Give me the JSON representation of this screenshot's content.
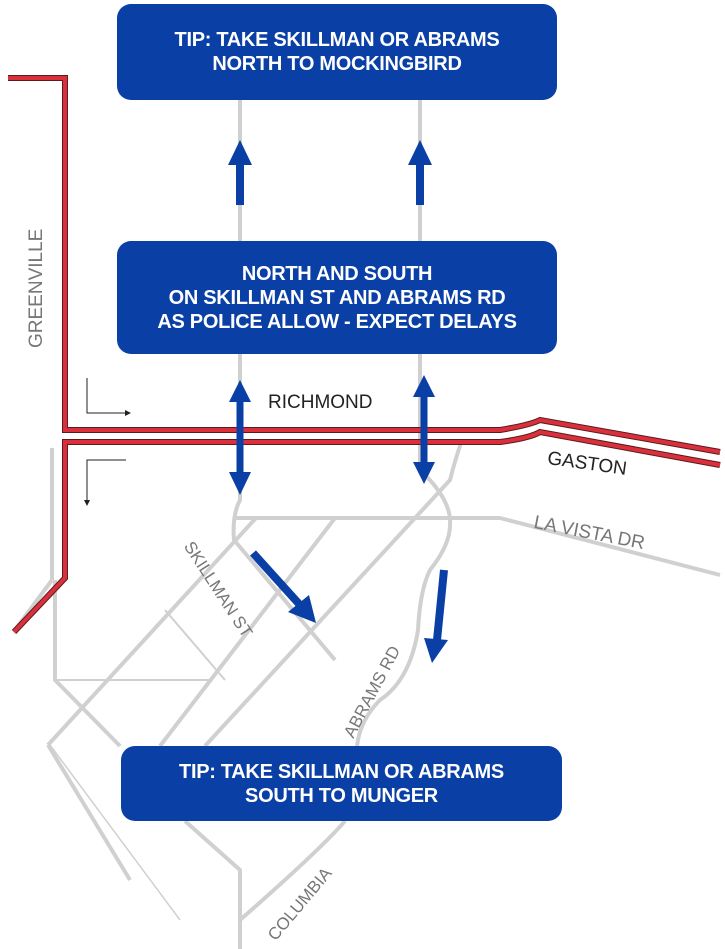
{
  "colors": {
    "accent": "#0a3fa6",
    "highway": "#d9303c",
    "road": "#d0d0d0"
  },
  "boxes": {
    "north_tip": [
      "TIP: TAKE SKILLMAN OR ABRAMS",
      "NORTH TO MOCKINGBIRD"
    ],
    "center": [
      "NORTH AND SOUTH",
      "ON SKILLMAN ST AND ABRAMS RD",
      "AS POLICE ALLOW - EXPECT DELAYS"
    ],
    "south_tip": [
      "TIP: TAKE SKILLMAN OR ABRAMS",
      "SOUTH TO MUNGER"
    ]
  },
  "streets": {
    "greenville": "GREENVILLE",
    "richmond": "RICHMOND",
    "gaston": "GASTON",
    "la_vista": "LA VISTA DR",
    "skillman": "SKILLMAN ST",
    "abrams": "ABRAMS RD",
    "columbia": "COLUMBIA"
  }
}
